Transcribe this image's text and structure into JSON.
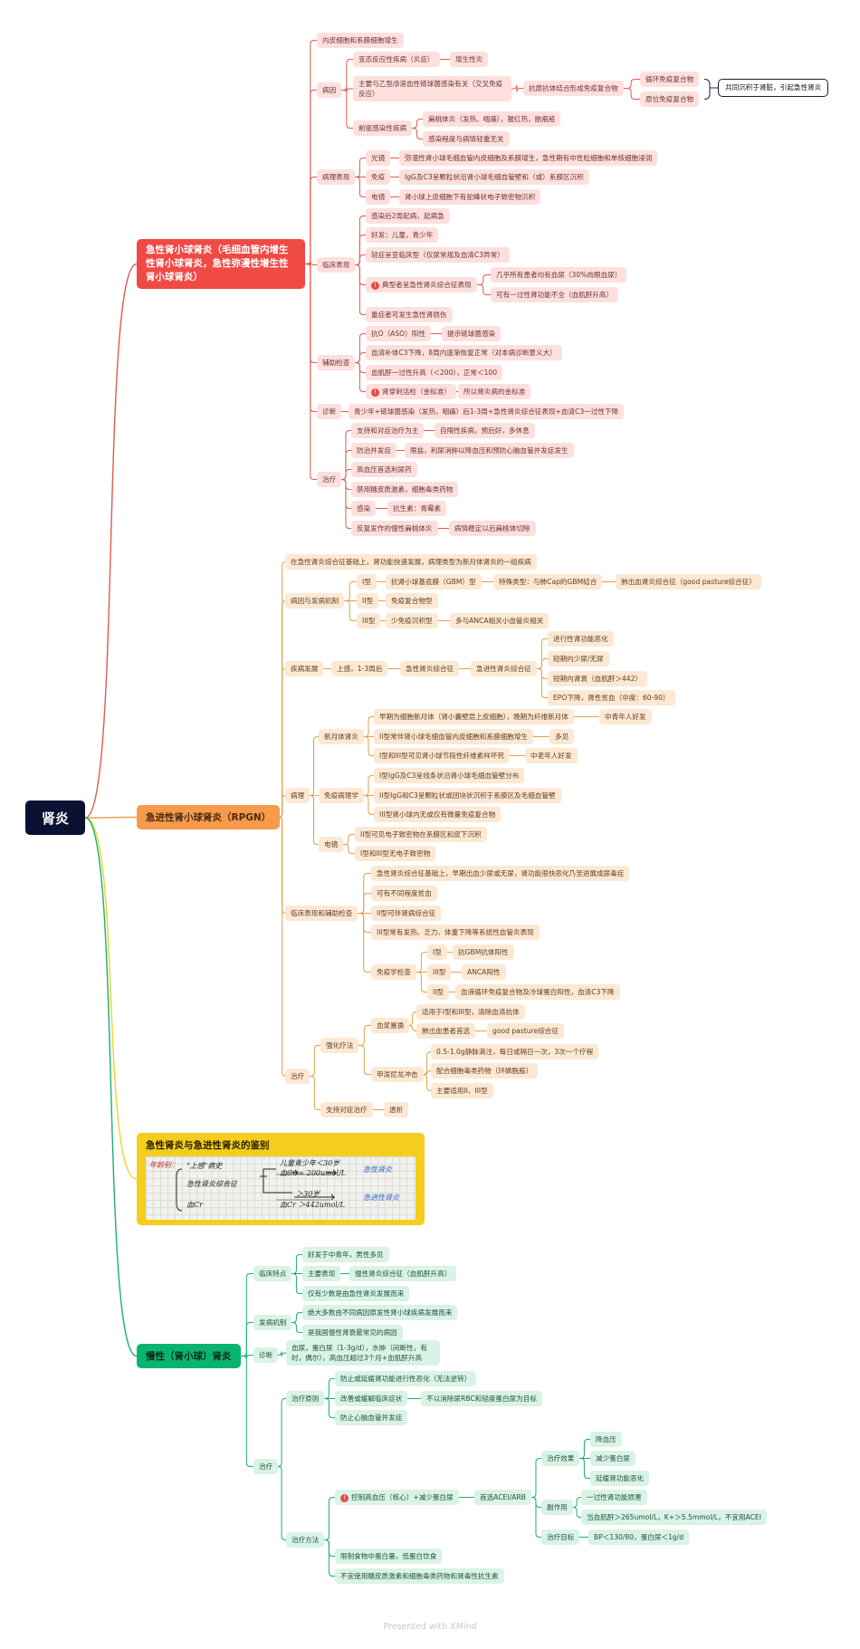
{
  "root": "肾炎",
  "branches": {
    "agn": {
      "title": "急性肾小球肾炎（毛细血管内增生性肾小球肾炎，急性弥漫性增生性肾小球肾炎）",
      "pathology_top": "内皮细胞和系膜细胞增生",
      "etiology": "病因",
      "e1": "变态反应性疾病（炎症）",
      "e1a": "增生性炎",
      "e2": "主要与乙型/β溶血性链球菌感染有关（交叉免疫反应）",
      "e2a": "抗原抗体结合形成免疫复合物",
      "e2b1": "循环免疫复合物",
      "e2b2": "原位免疫复合物",
      "callout": "共同沉积于肾脏，引起急性肾炎",
      "e3": "前驱感染性疾病",
      "e3a": "扁桃体炎（发热、咽痛），猩红热，脓疱疮",
      "e3b": "感染程度与病情轻重无关",
      "path": "病理表现",
      "p1": "光镜",
      "p1a": "弥漫性肾小球毛细血管内皮细胞及系膜增生，急性期有中性粒细胞和单核细胞浸润",
      "p2": "免疫",
      "p2a": "IgG及C3呈颗粒状沿肾小球毛细血管壁和（或）系膜区沉积",
      "p3": "电镜",
      "p3a": "肾小球上皮细胞下有驼峰状电子致密物沉积",
      "clin": "临床表现",
      "c1": "感染后2周起病，起病急",
      "c2": "好发：儿童，青少年",
      "c3": "轻症呈亚临床型（仅尿常规及血清C3异常）",
      "c4": "典型者呈急性肾炎综合征表现",
      "c4a": "几乎所有患者均有血尿（30%肉眼血尿）",
      "c4b": "可有一过性肾功能不全（血肌酐升高）",
      "c5": "重症者可发生急性肾损伤",
      "aux": "辅助检查",
      "a1": "抗O（ASO）阳性",
      "a1a": "提示链球菌感染",
      "a2": "血清补体C3下降，8周内逐渐恢复正常（对本病诊断意义大）",
      "a3": "血肌酐一过性升高（＜200），正常＜100",
      "a4": "肾穿刺活检（金标准）",
      "a4a": "所以肾炎病的金标准",
      "diag": "诊断",
      "d1": "青少年+链球菌感染（发热，咽痛）后1-3周+急性肾炎综合征表现+血清C3一过性下降",
      "treat": "治疗",
      "t1": "支持和对症治疗为主",
      "t1a": "自限性疾病，预后好，多休息",
      "t2": "防治并发症",
      "t2a": "限盐，利尿消肿以降血压和预防心脑血管并发症发生",
      "t3": "高血压首选利尿药",
      "t4": "禁用糖皮质激素，细胞毒类药物",
      "t5": "感染",
      "t5a": "抗生素：青霉素",
      "t6": "反复发作的慢性扁桃体炎",
      "t6a": "病情稳定以后扁桃体切除"
    },
    "rpgn": {
      "title": "急进性肾小球肾炎（RPGN）",
      "def": "在急性肾炎综合征基础上，肾功能快速发展，病理类型为新月体肾炎的一组疾病",
      "mech": "病因与发病机制",
      "m1": "I型",
      "m1a": "抗肾小球基底膜（GBM）型",
      "m1b": "特殊类型：与肺Cap的GBM结合",
      "m1c": "肺出血肾炎综合征（good pasture综合征）",
      "m2": "II型",
      "m2a": "免疫复合物型",
      "m3": "III型",
      "m3a": "少免疫沉积型",
      "m3b": "多与ANCA相关小血管炎相关",
      "dev": "疾病发展",
      "dv1": "上感，1-3周后",
      "dv2": "急性肾炎综合征",
      "dv3": "急进性肾炎综合征",
      "dv3a": "进行性肾功能恶化",
      "dv3b": "短期内少尿/无尿",
      "dv3c": "短期内肾衰（血肌酐＞442）",
      "dv3d": "EPO下降，肾性贫血（中度：60-90）",
      "pathol": "病理",
      "cres": "新月体肾炎",
      "cr1": "早期为细胞新月体（肾小囊壁层上皮细胞），晚期为纤维新月体",
      "cr1a": "中青年人好发",
      "cr2": "II型常伴肾小球毛细血管内皮细胞和系膜细胞增生",
      "cr2a": "多见",
      "cr3": "I型和III型可见肾小球节段性纤维素样坏死",
      "cr3a": "中老年人好发",
      "immu": "免疫病理学",
      "im1": "I型IgG及C3呈线条状沿肾小球毛细血管壁分布",
      "im2": "II型IgG和C3呈颗粒状或团块状沉积于系膜区及毛细血管壁",
      "im3": "III型肾小球内无或仅有微量免疫复合物",
      "em": "电镜",
      "em1": "II型可见电子致密物在系膜区和皮下沉积",
      "em2": "I型和III型无电子致密物",
      "clin": "临床表现和辅助检查",
      "cl1": "急性肾炎综合征基础上，早期出血少尿或无尿，肾功能很快恶化乃至进展成尿毒症",
      "cl2": "可有不同程度贫血",
      "cl3": "II型可伴肾病综合征",
      "cl4": "III型常有发热、乏力、体重下降等系统性血管炎表现",
      "ilab": "免疫学检查",
      "il1": "I型",
      "il1a": "抗GBM抗体阳性",
      "il2": "III型",
      "il2a": "ANCA阳性",
      "il3": "II型",
      "il3a": "血液循环免疫复合物及冷球蛋白阳性，血清C3下降",
      "treat": "治疗",
      "intense": "强化疗法",
      "pex": "血浆置换",
      "pex1": "适用于I型和III型，清除血清抗体",
      "pex2": "肺出血患者首选",
      "pex2a": "good pasture综合征",
      "mp": "甲泼尼龙冲击",
      "mp1": "0.5-1.0g静脉滴注，每日或隔日一次，3次一个疗程",
      "mp2": "配合细胞毒类药物（环磷酰胺）",
      "mp3": "主要适用II、III型",
      "support": "支持对症治疗",
      "dial": "透析"
    },
    "diff": {
      "title": "急性肾炎与急进性肾炎的鉴别",
      "hw_label": "年龄别：",
      "hw_a": "\"上感\"病史",
      "hw_b": "急性肾炎综合征",
      "hw_c": "血Cr",
      "hw_d": "儿童青少年＜30岁",
      "hw_e": "血Cr ≈ 200umol/L",
      "hw_f": "＞30岁",
      "hw_g": "血Cr ＞442umol/L",
      "hw_r1": "急性肾炎",
      "hw_r2": "急进性肾炎"
    },
    "cgn": {
      "title": "慢性（肾小球）肾炎",
      "feat": "临床特点",
      "f1": "好发于中青年，男性多见",
      "f2": "主要表现",
      "f2a": "慢性肾炎综合征（血肌酐升高）",
      "f3": "仅有少数是由急性肾炎发展而来",
      "mech": "发病机制",
      "mc1": "绝大多数由不同病因原发性肾小球疾病发展而来",
      "mc2": "是我国慢性肾衰最常见的病因",
      "diag": "诊断",
      "dg1": "血尿，蛋白尿（1-3g/d），水肿（间断性，有时，偶尔），高血压超过3个月+血肌酐升高",
      "treat": "治疗",
      "princ": "治疗原则",
      "pr1": "防止或延缓肾功能进行性恶化（无法逆转）",
      "pr2": "改善或缓解临床症状",
      "pr2a": "不以消除尿RBC和轻度蛋白尿为目标",
      "pr3": "防止心脑血管并发症",
      "method": "治疗方法",
      "me1": "控制高血压（核心）+减少蛋白尿",
      "me1a": "首选ACEI/ARB",
      "eff": "治疗效果",
      "ef1": "降血压",
      "ef2": "减少蛋白尿",
      "ef3": "延缓肾功能恶化",
      "side": "副作用",
      "sd1": "一过性肾功能损害",
      "sd2": "当血肌酐＞265umol/L，K+＞5.5mmol/L，不宜用ACEI",
      "goal": "治疗目标",
      "gl1": "BP＜130/80，蛋白尿＜1g/d",
      "me2": "限制食物中蛋白量，低蛋白饮食",
      "me3": "不宜使用糖皮质激素和细胞毒类药物和肾毒性抗生素"
    }
  },
  "icon_marker": "!",
  "footer": "Presented with XMind",
  "colors": {
    "agn": "#e05a52",
    "rpgn": "#e3a256",
    "diff": "#f0d42a",
    "cgn": "#1bb06f",
    "root": "#0b1132"
  }
}
